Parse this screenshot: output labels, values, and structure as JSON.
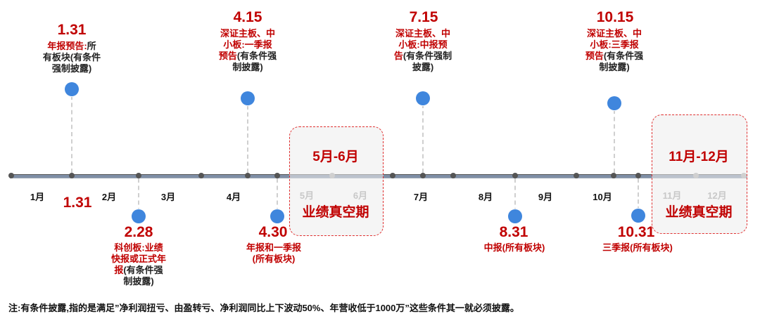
{
  "months": [
    "1月",
    "2月",
    "3月",
    "4月",
    "5月",
    "6月",
    "7月",
    "8月",
    "9月",
    "10月",
    "11月",
    "12月"
  ],
  "events": [
    {
      "date": "1.31",
      "desc_red": "年报预告:",
      "desc_black": "所有板块(有条件强制披露)",
      "lines": [
        "<r>年报预告:</r>所",
        "有板块(有条件",
        "强制披露)"
      ]
    },
    {
      "date": "2.28",
      "lines": [
        "<r>科创板:业绩</r>",
        "<r>快报或正式年</r>",
        "<r>报</r>(有条件强",
        "制披露)"
      ]
    },
    {
      "date": "4.15",
      "lines": [
        "<r>深证主板、中</r>",
        "<r>小板:一季报</r>",
        "<r>预告</r>(有条件强",
        "制披露)"
      ]
    },
    {
      "date": "4.30",
      "lines": [
        "<r>年报和一季报</r>",
        "<r>(所有板块)</r>"
      ]
    },
    {
      "date": "7.15",
      "lines": [
        "<r>深证主板、中</r>",
        "<r>小板:中报预</r>",
        "<r>告</r>(有条件强制",
        "披露)"
      ]
    },
    {
      "date": "8.31",
      "lines": [
        "<r>中报(所有板块)</r>"
      ]
    },
    {
      "date": "10.15",
      "lines": [
        "<r>深证主板、中</r>",
        "<r>小板:三季报</r>",
        "<r>预告</r>(有条件强",
        "制披露)"
      ]
    },
    {
      "date": "10.31",
      "lines": [
        "<r>三季报(所有板块)</r>"
      ]
    }
  ],
  "axis_date_label": "1.31",
  "gaps": [
    {
      "range": "5月-6月",
      "label": "业绩真空期"
    },
    {
      "range": "11月-12月",
      "label": "业绩真空期"
    }
  ],
  "note": "注:有条件披露,指的是满足”净利润扭亏、由盈转亏、净利润同比上下波动50%、年营收低于1000万”这些条件其一就必须披露。",
  "colors": {
    "accent_red": "#c00000",
    "event_blue": "#3f86dd",
    "axis": "#555555",
    "gap_border": "#e03030"
  }
}
